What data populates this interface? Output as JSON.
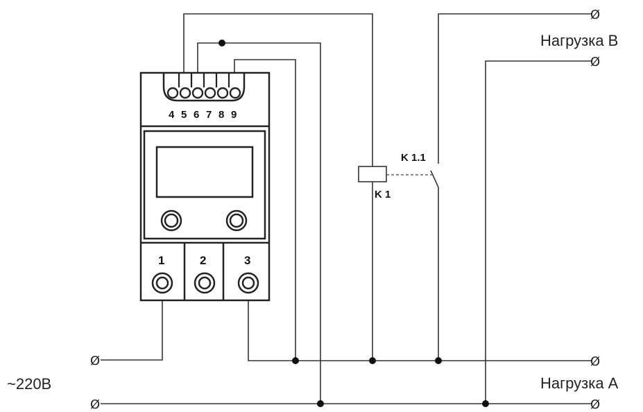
{
  "device": {
    "pins": [
      "4",
      "5",
      "6",
      "7",
      "8",
      "9"
    ],
    "terminals": [
      "1",
      "2",
      "3"
    ]
  },
  "relay": {
    "coil_label": "K 1",
    "contact_label": "K 1.1"
  },
  "labels": {
    "load_b": "Нагрузка В",
    "load_a": "Нагрузка А",
    "supply": "~220В"
  },
  "terminal_symbol": "Ø"
}
